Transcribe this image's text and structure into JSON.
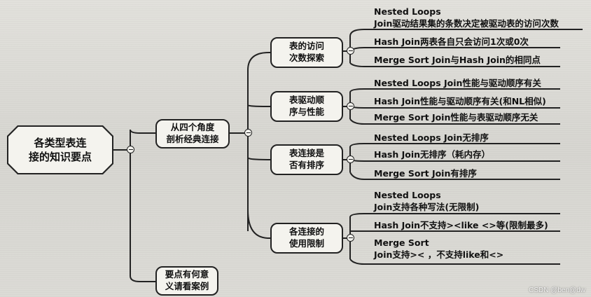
{
  "root": {
    "line1": "各类型表连",
    "line2": "接的知识要点"
  },
  "mid": [
    {
      "line1": "从四个角度",
      "line2": "剖析经典连接"
    },
    {
      "line1": "要点有何意",
      "line2": "义请看案例"
    }
  ],
  "categories": [
    {
      "line1": "表的访问",
      "line2": "次数探索",
      "leaves": [
        {
          "lines": [
            "Nested Loops",
            "Join驱动结果集的条数决定被驱动表的访问次数"
          ]
        },
        {
          "lines": [
            "Hash Join两表各自只会访问1次或0次"
          ]
        },
        {
          "lines": [
            "Merge Sort Join与Hash Join的相同点"
          ]
        }
      ]
    },
    {
      "line1": "表驱动顺",
      "line2": "序与性能",
      "leaves": [
        {
          "lines": [
            "Nested Loops Join性能与驱动顺序有关"
          ]
        },
        {
          "lines": [
            "Hash Join性能与驱动顺序有关(和NL相似)"
          ]
        },
        {
          "lines": [
            "Merge Sort Join性能与表驱动顺序无关"
          ]
        }
      ]
    },
    {
      "line1": "表连接是",
      "line2": "否有排序",
      "leaves": [
        {
          "lines": [
            "Nested Loops Join无排序"
          ]
        },
        {
          "lines": [
            "Hash Join无排序（耗内存）"
          ]
        },
        {
          "lines": [
            "Merge Sort Join有排序"
          ]
        }
      ]
    },
    {
      "line1": "各连接的",
      "line2": "使用限制",
      "leaves": [
        {
          "lines": [
            "Nested Loops",
            "Join支持各种写法(无限制)"
          ]
        },
        {
          "lines": [
            "Hash Join不支持><like <>等(限制最多)"
          ]
        },
        {
          "lines": [
            "Merge Sort",
            "Join支持>< ，不支持like和<>"
          ]
        }
      ]
    }
  ],
  "watermark": "CSDN @ben@dw"
}
